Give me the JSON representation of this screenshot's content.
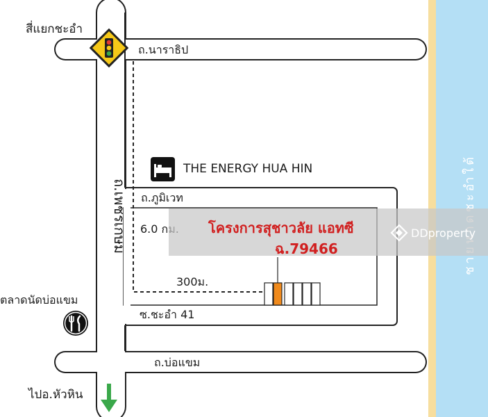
{
  "map": {
    "roads": {
      "narathip": "ถ.นาราธิป",
      "phumiwet": "ถ.ภูมิเวท",
      "soi_cha_am_41": "ซ.ชะอำ 41",
      "bo_khaem": "ถ.บ่อแขม",
      "phetkasem": "ถ.เพชรเกษม"
    },
    "places": {
      "intersection": "สี่แยกชะอำ",
      "market": "ตลาดนัดบ่อแขม",
      "direction": "ไปอ.หัวหิน",
      "hotel": "THE ENERGY HUA HIN",
      "beach": "ชายหาดชะอำใต้"
    },
    "distances": {
      "main": "6.0 กม.",
      "soi": "300ม."
    },
    "project": {
      "name": "โครงการสุชาวลัย แอทซี",
      "road": "ฉ.79466"
    },
    "watermark": "DDproperty",
    "icons": [
      "traffic-light-icon",
      "hotel-bed-icon",
      "restaurant-icon",
      "arrow-down-icon",
      "ddproperty-logo-icon"
    ],
    "colors": {
      "sea": "#b4dff5",
      "sand": "#f7de9e",
      "highlight_unit": "#f08a1c",
      "title": "#d11f1f",
      "arrow": "#3aa84a",
      "traffic_sign": "#f6c818"
    }
  }
}
